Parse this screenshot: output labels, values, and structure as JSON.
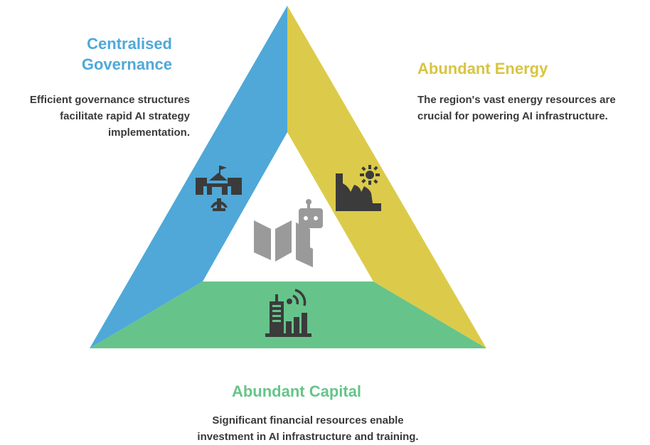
{
  "colors": {
    "governance": "#4fa8d8",
    "energy": "#dccb4a",
    "capital": "#66c48a",
    "icon_dark": "#3b3b3b",
    "icon_gray": "#9a9a9a",
    "text_dark": "#3a3a3a"
  },
  "governance": {
    "title_lines": [
      "Centralised",
      "Governance"
    ],
    "description_lines": [
      "Efficient governance structures",
      "facilitate rapid AI strategy",
      "implementation."
    ],
    "icon": "government-building-icon"
  },
  "energy": {
    "title": "Abundant Energy",
    "description_lines": [
      "The region's vast energy resources are",
      "crucial for powering AI infrastructure."
    ],
    "icon": "power-plant-sun-icon"
  },
  "capital": {
    "title": "Abundant Capital",
    "description_lines": [
      "Significant financial resources enable",
      "investment in AI infrastructure and training."
    ],
    "icon": "financial-building-signal-icon"
  },
  "center": {
    "icon": "map-robot-icon"
  }
}
